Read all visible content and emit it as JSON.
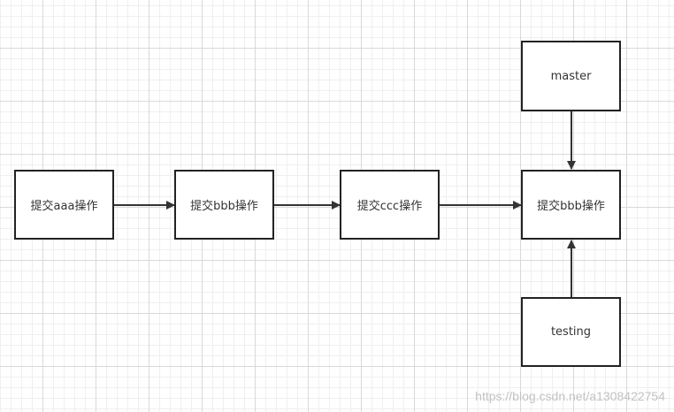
{
  "diagram": {
    "nodes": {
      "commit_aaa": "提交aaa操作",
      "commit_bbb": "提交bbb操作",
      "commit_ccc": "提交ccc操作",
      "commit_bbb_head": "提交bbb操作",
      "master": "master",
      "testing": "testing"
    },
    "edges": [
      {
        "from": "commit_aaa",
        "to": "commit_bbb"
      },
      {
        "from": "commit_bbb",
        "to": "commit_ccc"
      },
      {
        "from": "commit_ccc",
        "to": "commit_bbb_head"
      },
      {
        "from": "master",
        "to": "commit_bbb_head"
      },
      {
        "from": "testing",
        "to": "commit_bbb_head"
      }
    ],
    "line_color": "#333333",
    "grid_color": "#d9d9d9"
  },
  "watermark": "https://blog.csdn.net/a1308422754"
}
